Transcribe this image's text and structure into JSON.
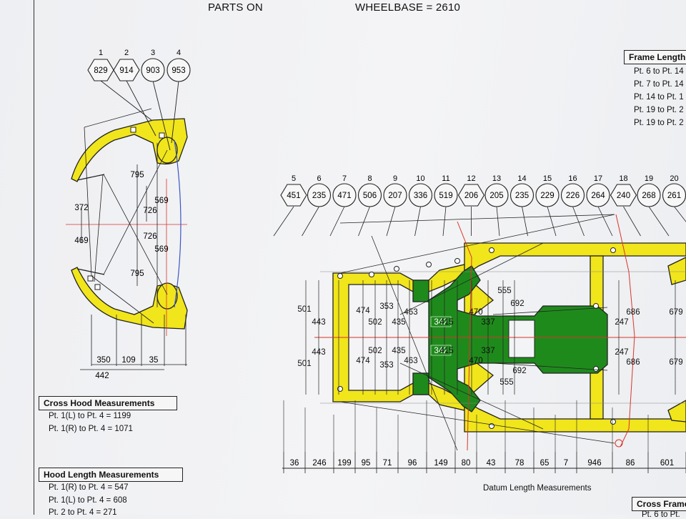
{
  "header": {
    "parts_on": "PARTS ON",
    "wheelbase": "WHEELBASE = 2610"
  },
  "left_points": {
    "labels": [
      "1",
      "2",
      "3",
      "4"
    ],
    "values": [
      "829",
      "914",
      "903",
      "953"
    ]
  },
  "left_dims": {
    "d795a": "795",
    "d795b": "795",
    "d726a": "726",
    "d726b": "726",
    "d569a": "569",
    "d569b": "569",
    "d372": "372",
    "d469": "469",
    "bottom": [
      "350",
      "109",
      "35"
    ],
    "total": "442"
  },
  "right_points": {
    "labels": [
      "5",
      "6",
      "7",
      "8",
      "9",
      "10",
      "11",
      "12",
      "13",
      "14",
      "15",
      "16",
      "17",
      "18",
      "19",
      "20"
    ],
    "values": [
      "451",
      "235",
      "471",
      "506",
      "207",
      "336",
      "519",
      "206",
      "205",
      "235",
      "229",
      "226",
      "264",
      "240",
      "268",
      "261"
    ]
  },
  "right_dims_upper": [
    "501",
    "443",
    "474",
    "502",
    "353",
    "435",
    "463",
    "342",
    "415",
    "470",
    "337",
    "555",
    "692",
    "247",
    "686",
    "679"
  ],
  "right_dims_lower": [
    "443",
    "501",
    "474",
    "502",
    "353",
    "435",
    "463",
    "342",
    "415",
    "470",
    "337",
    "555",
    "692",
    "247",
    "686",
    "679"
  ],
  "datum_values": [
    "36",
    "246",
    "199",
    "95",
    "71",
    "96",
    "149",
    "80",
    "43",
    "78",
    "65",
    "7",
    "946",
    "86",
    "601"
  ],
  "datum_caption": "Datum Length Measurements",
  "cross_hood": {
    "title": "Cross Hood Measurements",
    "lines": [
      "Pt. 1(L) to Pt. 4 = 1199",
      "Pt. 1(R) to Pt. 4 = 1071"
    ]
  },
  "hood_length": {
    "title": "Hood Length Measurements",
    "lines": [
      "Pt. 1(R) to Pt. 4 = 547",
      "Pt. 1(L) to Pt. 4 = 608",
      "Pt. 2 to Pt. 4 = 271"
    ]
  },
  "frame_length": {
    "title": "Frame Length",
    "lines": [
      "Pt. 6 to Pt. 14",
      "Pt. 7 to Pt. 14",
      "Pt. 14 to Pt. 1",
      "Pt. 19 to Pt. 2",
      "Pt. 19 to Pt. 2"
    ]
  },
  "cross_frame": {
    "title": "Cross Frame",
    "partial": "Pt. 6 to Pt."
  },
  "colors": {
    "frame_yellow": "#f1e51c",
    "frame_green": "#1f8a1c",
    "datum_red": "#d9342b",
    "centerline_blue": "#3a55c8"
  }
}
